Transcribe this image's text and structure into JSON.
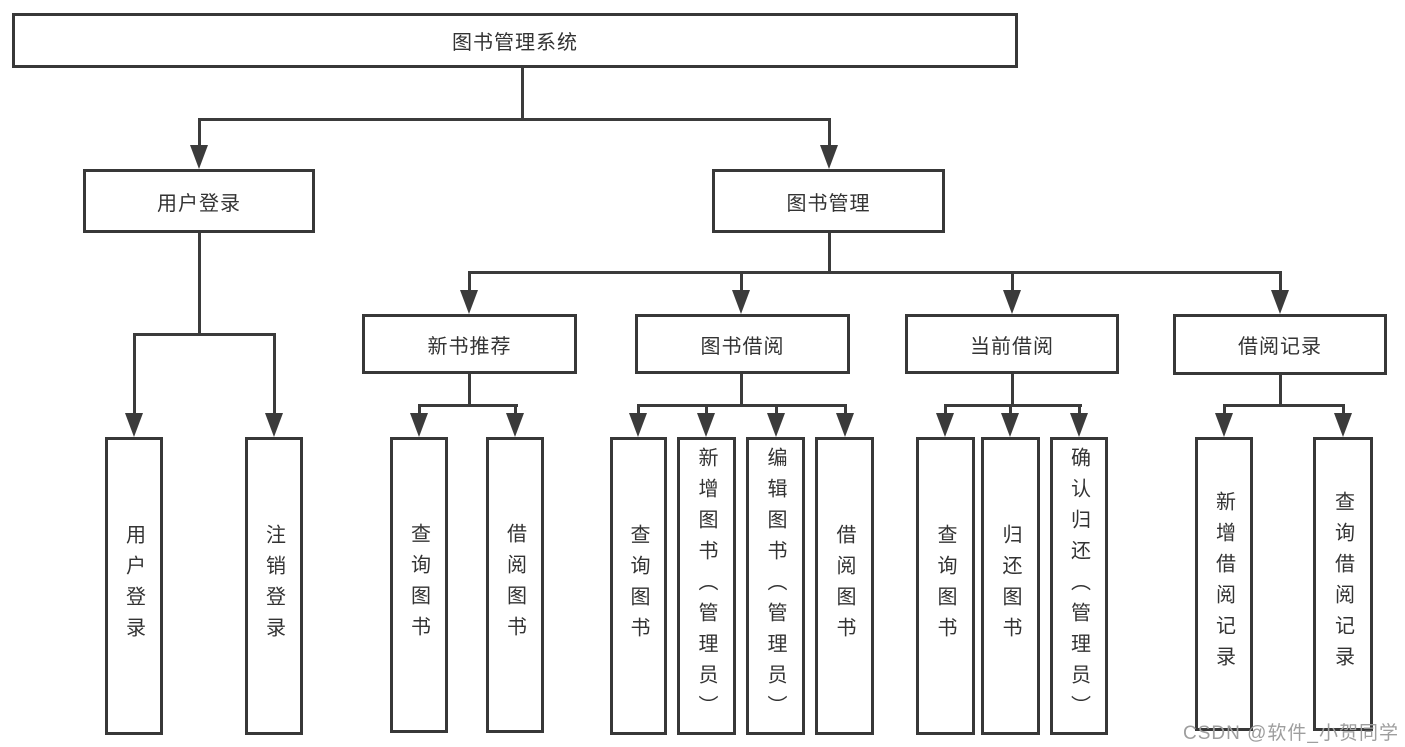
{
  "tree": {
    "label": "图书管理系统",
    "children": [
      {
        "label": "用户登录",
        "children": [
          {
            "label": "用户登录"
          },
          {
            "label": "注销登录"
          }
        ]
      },
      {
        "label": "图书管理",
        "children": [
          {
            "label": "新书推荐",
            "children": [
              {
                "label": "查询图书"
              },
              {
                "label": "借阅图书"
              }
            ]
          },
          {
            "label": "图书借阅",
            "children": [
              {
                "label": "查询图书"
              },
              {
                "label": "新增图书（管理员）"
              },
              {
                "label": "编辑图书（管理员）"
              },
              {
                "label": "借阅图书"
              }
            ]
          },
          {
            "label": "当前借阅",
            "children": [
              {
                "label": "查询图书"
              },
              {
                "label": "归还图书"
              },
              {
                "label": "确认归还（管理员）"
              }
            ]
          },
          {
            "label": "借阅记录",
            "children": [
              {
                "label": "新增借阅记录"
              },
              {
                "label": "查询借阅记录"
              }
            ]
          }
        ]
      }
    ]
  },
  "watermark": "CSDN @软件_小贺同学",
  "colors": {
    "line": "#3b3b3b",
    "box_border": "#383838",
    "text": "#333333",
    "background": "#ffffff",
    "watermark": "#9e9e9e"
  }
}
